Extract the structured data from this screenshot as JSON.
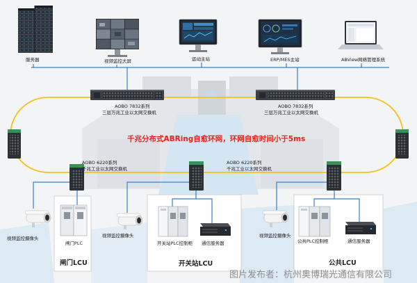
{
  "top_devices": [
    {
      "caption": "服务器",
      "icon": "server-rack-icon"
    },
    {
      "caption": "视频监控大屏",
      "icon": "video-wall-icon"
    },
    {
      "caption": "运动主站",
      "icon": "monitor-icon"
    },
    {
      "caption": "ERP/MES主站",
      "icon": "monitor-icon"
    },
    {
      "caption": "ABView网络管理系统",
      "icon": "laptop-icon"
    }
  ],
  "core_switches": [
    {
      "model": "AOBO 7832系列",
      "desc": "三层万兆工业以太网交换机",
      "icon": "core-switch-icon"
    },
    {
      "model": "AOBO 7832系列",
      "desc": "三层万兆工业以太网交换机",
      "icon": "core-switch-icon"
    }
  ],
  "ring_caption": "千兆分布式ABRing自愈环网，环网自愈时间小于5ms",
  "access_switches": [
    {
      "model": "AOBO 6220系列",
      "desc": "千兆工业以太网交换机",
      "icon": "din-switch-icon"
    },
    {
      "model": "AOBO 6220系列",
      "desc": "千兆工业以太网交换机",
      "icon": "din-switch-icon"
    }
  ],
  "cameras": [
    {
      "caption": "视频监控摄像头",
      "icon": "camera-icon"
    },
    {
      "caption": "视频监控摄像头",
      "icon": "camera-icon"
    },
    {
      "caption": "视频监控摄像头",
      "icon": "camera-icon"
    }
  ],
  "lcu": [
    {
      "label": "闸门LCU",
      "devices": [
        "闸门PLC"
      ]
    },
    {
      "label": "开关站LCU",
      "devices": [
        "开关站PLC控制柜",
        "通信服务器"
      ]
    },
    {
      "label": "公共LCU",
      "devices": [
        "公共PLC控制柜",
        "通信服务器"
      ]
    }
  ],
  "watermark": "图片发布者：杭州奥博瑞光通信有限公司",
  "colors": {
    "link": "#3d7cc9",
    "ring": "#f3c21b",
    "headline": "#e8221b",
    "background": "#f3f4f5"
  }
}
